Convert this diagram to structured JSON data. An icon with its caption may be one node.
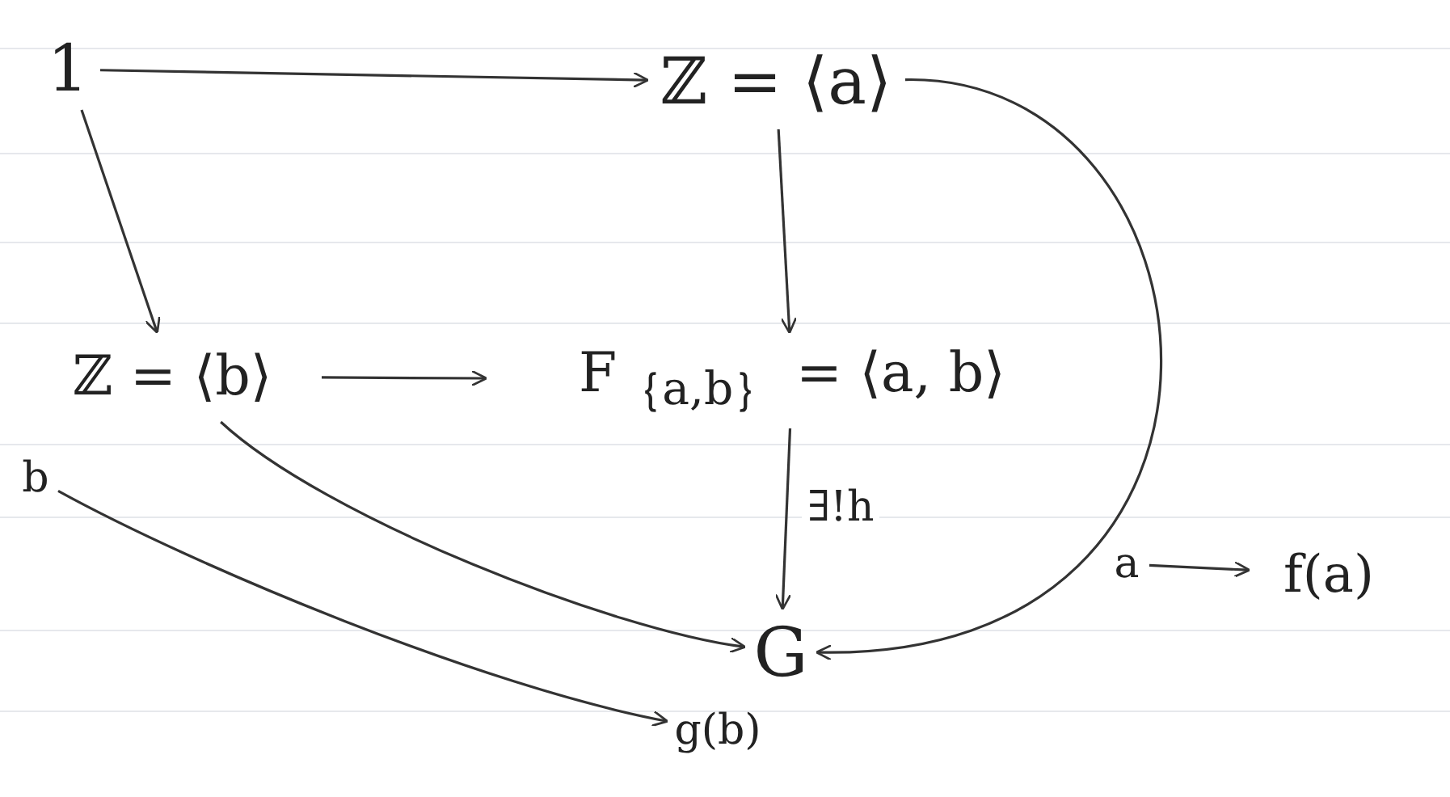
{
  "diagram": {
    "nodes": [
      {
        "text": [
          "1"
        ]
      },
      {
        "text": [
          "ℤ = ⟨a⟩"
        ]
      },
      {
        "text": [
          "ℤ = ⟨b⟩"
        ]
      },
      {
        "text": [
          "F$_{｛a,b｝}$ = ⟨a, b⟩"
        ]
      },
      {
        "text": [
          "G"
        ]
      },
      {
        "text": [
          "b"
        ]
      },
      {
        "text": [
          "g(b)"
        ]
      },
      {
        "text": [
          "a"
        ]
      },
      {
        "text": [
          "f(a)"
        ]
      }
    ],
    "edges": [
      {
        "from": 0,
        "to": 1,
        "arrow": "to"
      },
      {
        "from": 0,
        "to": 2,
        "arrow": "to"
      },
      {
        "from": 1,
        "to": 3,
        "arrow": "to"
      },
      {
        "from": 2,
        "to": 3,
        "arrow": "to"
      },
      {
        "from": 3,
        "to": 4,
        "arrow": "to",
        "label": "∃!h"
      },
      {
        "from": 1,
        "to": 4,
        "arrow": "to"
      },
      {
        "from": 2,
        "to": 4,
        "arrow": "to"
      },
      {
        "from": 5,
        "to": 6,
        "arrow": "to"
      },
      {
        "from": 7,
        "to": 8,
        "arrow": "to"
      }
    ]
  }
}
